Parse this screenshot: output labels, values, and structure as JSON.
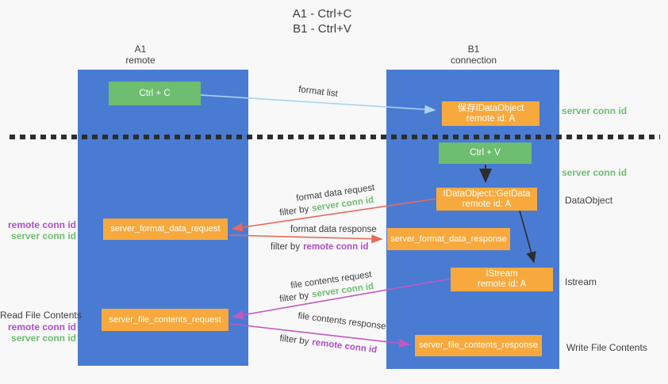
{
  "title": {
    "line1": "A1 - Ctrl+C",
    "line2": "B1 - Ctrl+V"
  },
  "lifelines": {
    "left": {
      "name": "A1",
      "role": "remote"
    },
    "right": {
      "name": "B1",
      "role": "connection"
    }
  },
  "nodes": {
    "ctrl_c": "Ctrl + C",
    "ctrl_v": "Ctrl + V",
    "save_idataobject": {
      "line1": "保存IDataObject",
      "line2": "remote id: A"
    },
    "getdata": {
      "line1": "IDataObject::GetData",
      "line2": "remote id: A"
    },
    "istream": {
      "line1": "IStream",
      "line2": "remote id: A"
    },
    "server_format_data_request": "server_format_data_request",
    "server_format_data_response": "server_format_data_response",
    "server_file_contents_request": "server_file_contents_request",
    "server_file_contents_response": "server_file_contents_response"
  },
  "edge_labels": {
    "format_list": "format list",
    "format_data_request": "format data request",
    "format_data_request_filter": {
      "prefix": "filter by",
      "key": "server conn id"
    },
    "format_data_response": "format data response",
    "format_data_response_filter": {
      "prefix": "filter by",
      "key": "remote conn id"
    },
    "file_contents_request": "file contents request",
    "file_contents_request_filter": {
      "prefix": "filter by",
      "key": "server conn id"
    },
    "file_contents_response": "file contents response",
    "file_contents_response_filter": {
      "prefix": "filter by",
      "key": "remote conn id"
    }
  },
  "side_labels": {
    "right": {
      "server_conn_id_top": "server conn id",
      "server_conn_id_mid": "server conn id",
      "dataobject": "DataObject",
      "istream": "Istream",
      "write_file_contents": "Write File Contents"
    },
    "left": {
      "remote_conn_id_top": "remote conn id",
      "server_conn_id_top": "server conn id",
      "read_file_contents": "Read File Contents",
      "remote_conn_id_bottom": "remote conn id",
      "server_conn_id_bottom": "server conn id"
    }
  },
  "colors": {
    "lifeline_blue": "#4a7bd2",
    "box_green": "#6dbe6f",
    "box_orange": "#f8a93d",
    "arrow_light_blue": "#a9d3f0",
    "arrow_red": "#e8695b",
    "arrow_magenta": "#c258c2",
    "arrow_black": "#2d2d2d",
    "text_green": "#6dbe6f",
    "text_purple": "#ad4fc6",
    "text_dark": "#3d3d3d",
    "background": "#f8f8f8"
  }
}
